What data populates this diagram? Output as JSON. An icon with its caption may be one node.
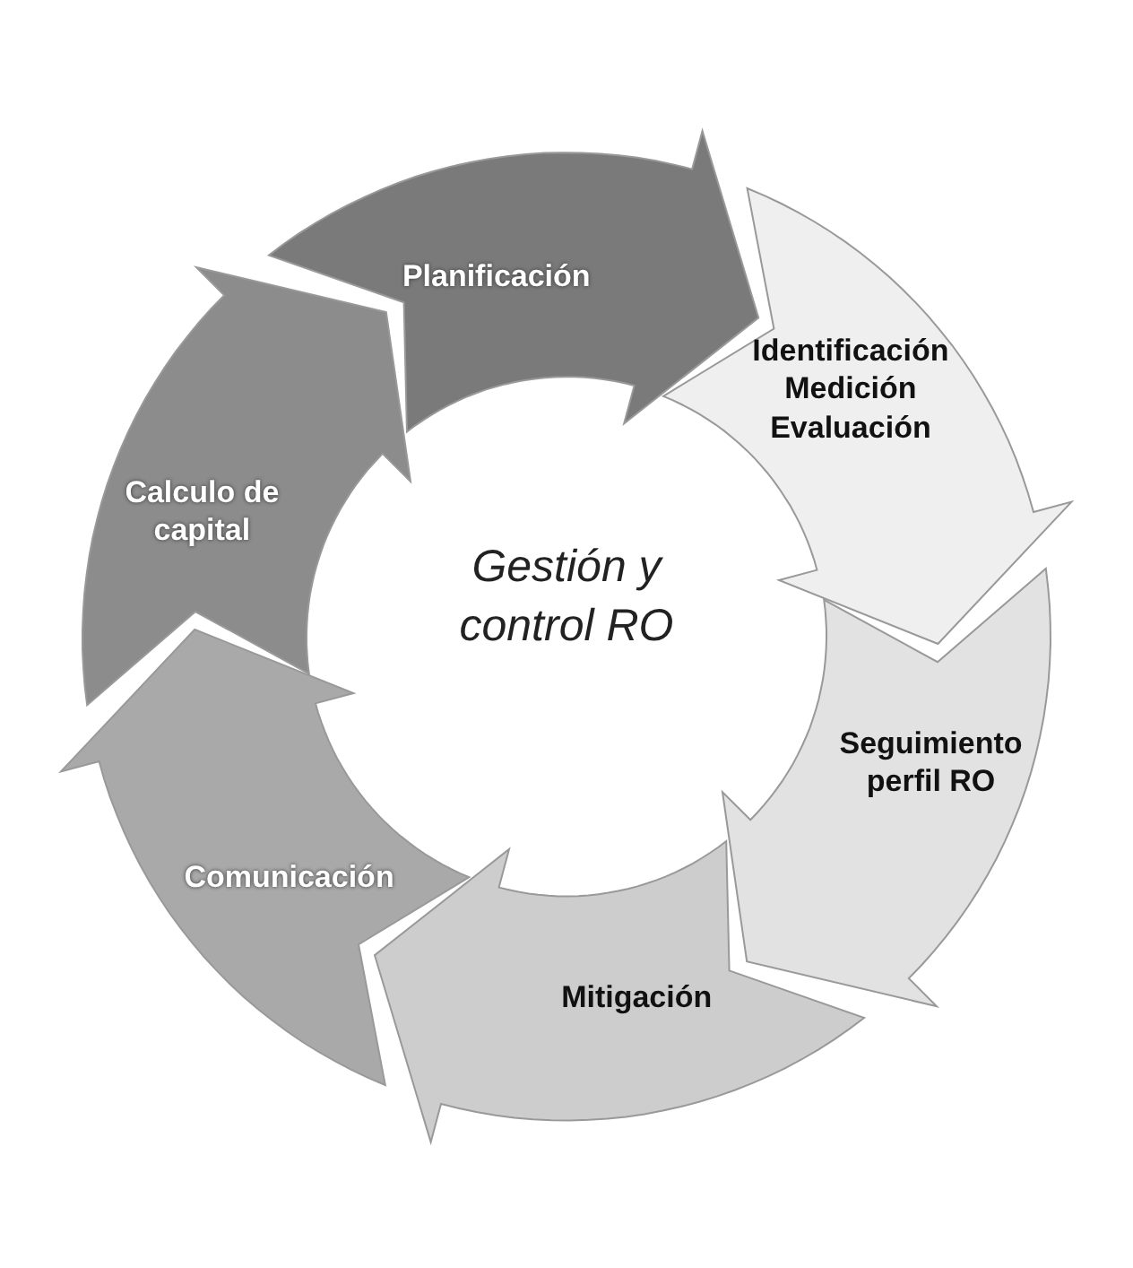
{
  "diagram": {
    "nodes": [
      {
        "text": [
          "Planificación"
        ]
      },
      {
        "text": [
          "Identificación Medición Evaluación"
        ]
      },
      {
        "text": [
          "Seguimiento perfil RO"
        ]
      },
      {
        "text": [
          "Mitigación"
        ]
      },
      {
        "text": [
          "Comunicación"
        ]
      },
      {
        "text": [
          "Calculo de capital"
        ]
      }
    ],
    "labels": [
      "Gestión y control RO"
    ]
  }
}
